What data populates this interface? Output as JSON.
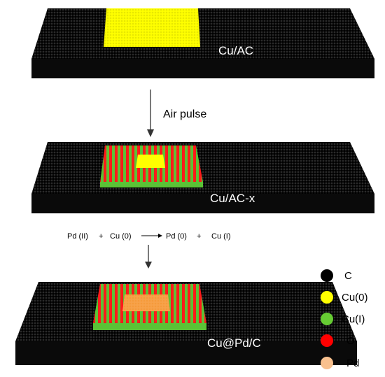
{
  "stages": [
    {
      "label": "Cu/AC"
    },
    {
      "label": "Cu/AC-x"
    },
    {
      "label": "Cu@Pd/C"
    }
  ],
  "step1": {
    "label": "Air pulse"
  },
  "reaction": {
    "term1": "Pd (II)",
    "plus1": "+",
    "term2": "Cu (0)",
    "term3": "Pd (0)",
    "plus2": "+",
    "term4": "Cu (I)"
  },
  "legend": [
    {
      "label": "C",
      "color": "#000000"
    },
    {
      "label": "Cu(0)",
      "color": "#ffff00"
    },
    {
      "label": "Cu(I)",
      "color": "#66cc33"
    },
    {
      "label": "O",
      "color": "#ff0000"
    },
    {
      "label": "Pd",
      "color": "#f8c08e"
    }
  ]
}
